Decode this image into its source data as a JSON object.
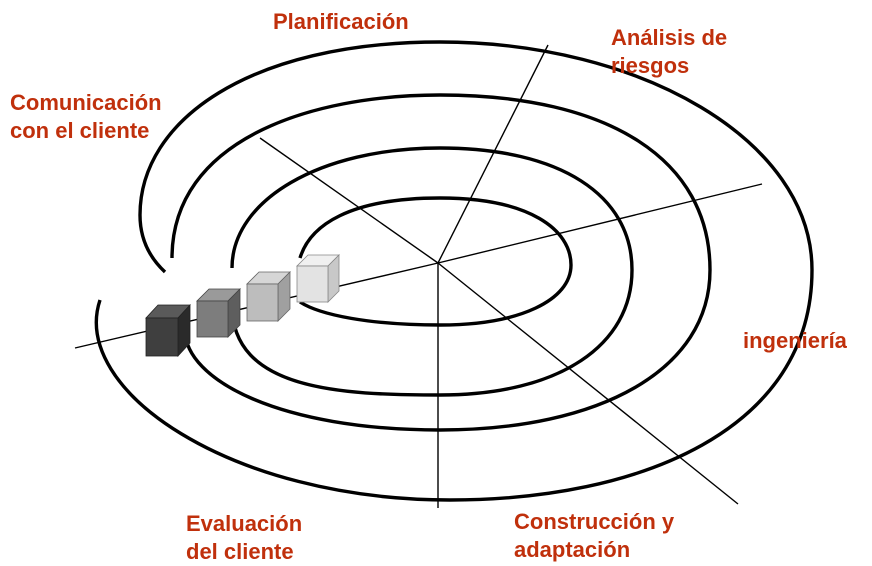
{
  "colors": {
    "label": "#c0300c",
    "line": "#000000",
    "cube_1": "#3f3f3f",
    "cube_2": "#7d7d7d",
    "cube_3": "#bdbdbd",
    "cube_4": "#e3e3e3"
  },
  "labels": {
    "planning": [
      "Planificación"
    ],
    "risk_analysis": [
      "Análisis de",
      "riesgos"
    ],
    "customer_communication": [
      "Comunicación",
      "con el cliente"
    ],
    "engineering": [
      "ingeniería"
    ],
    "customer_evaluation": [
      "Evaluación",
      "del cliente"
    ],
    "construction": [
      "Construcción y",
      "adaptación"
    ]
  }
}
